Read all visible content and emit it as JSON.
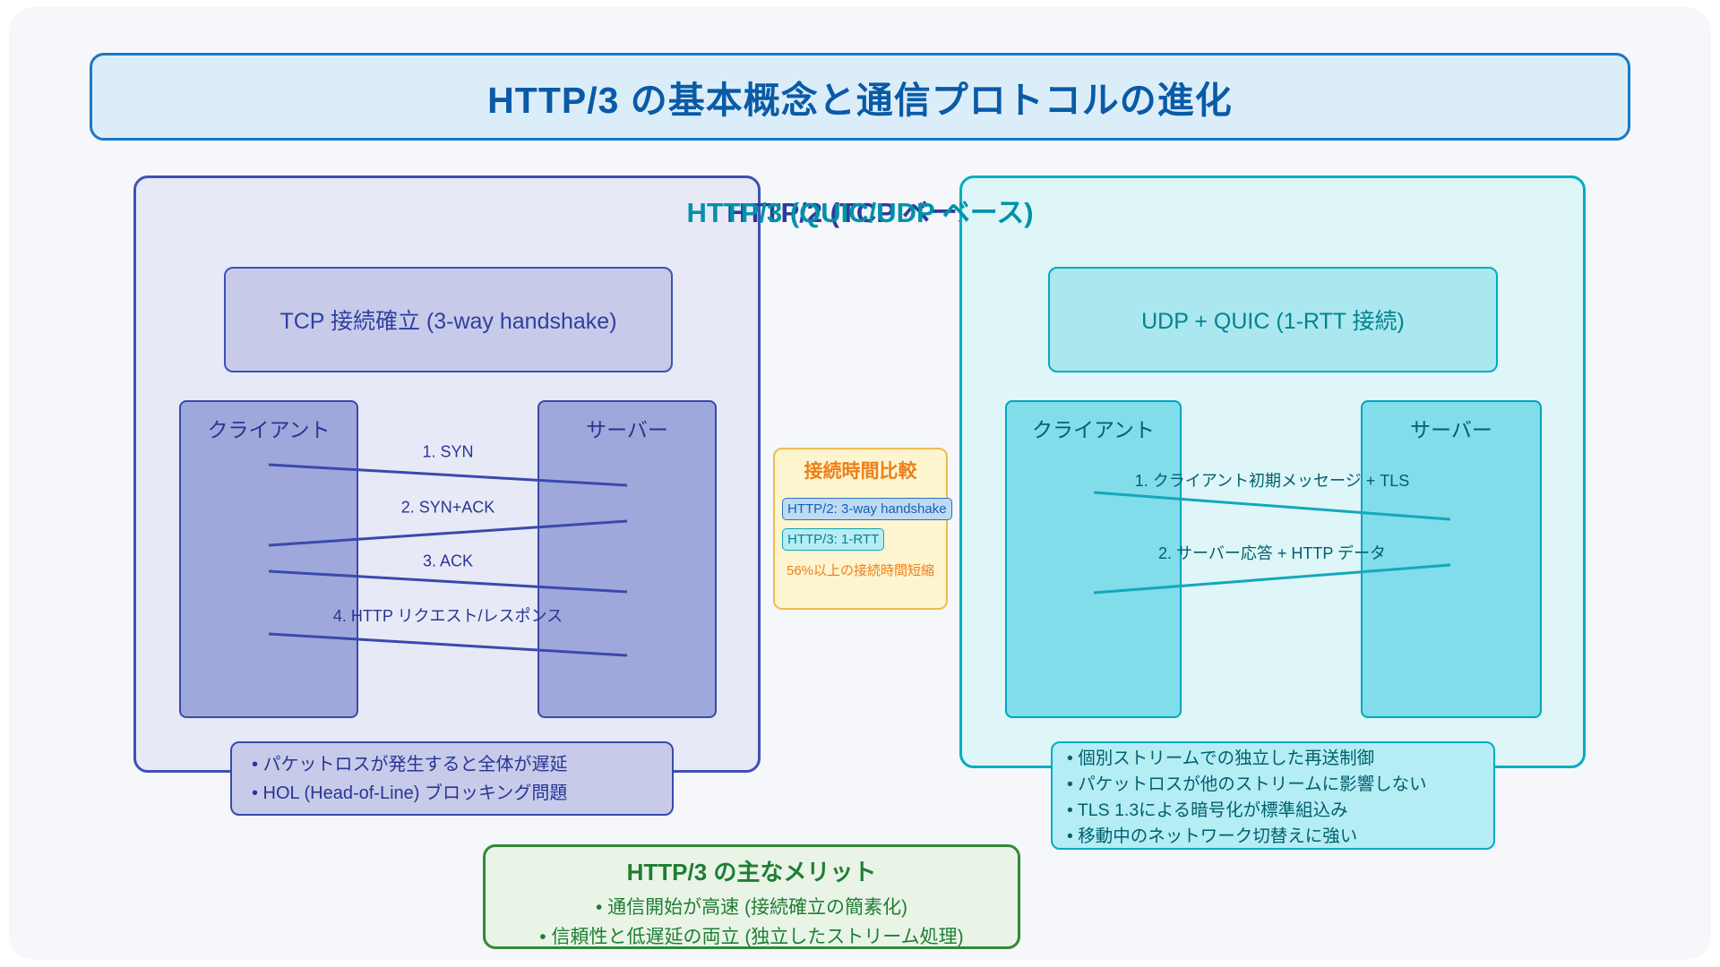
{
  "title": "HTTP/3 の基本概念と通信プロトコルの進化",
  "http2_panel": {
    "heading": "HTTP/2 (TCP ベース)",
    "setup_box": "TCP 接続確立 (3-way handshake)",
    "client_label": "クライアント",
    "server_label": "サーバー",
    "messages": {
      "0": "1. SYN",
      "1": "2. SYN+ACK",
      "2": "3. ACK",
      "3": "4. HTTP リクエスト/レスポンス"
    },
    "notes": {
      "0": "• パケットロスが発生すると全体が遅延",
      "1": "• HOL (Head-of-Line) ブロッキング問題"
    }
  },
  "http3_panel": {
    "heading": "HTTP/3 (QUIC/UDP ベース)",
    "setup_box": "UDP + QUIC (1-RTT 接続)",
    "client_label": "クライアント",
    "server_label": "サーバー",
    "messages": {
      "0": "1. クライアント初期メッセージ + TLS",
      "1": "2. サーバー応答 + HTTP データ"
    },
    "notes": {
      "0": "• 個別ストリームでの独立した再送制御",
      "1": "• パケットロスが他のストリームに影響しない",
      "2": "• TLS 1.3による暗号化が標準組込み",
      "3": "• 移動中のネットワーク切替えに強い"
    }
  },
  "comparison": {
    "heading": "接続時間比較",
    "http2_chip": "HTTP/2: 3-way handshake",
    "http3_chip": "HTTP/3: 1-RTT",
    "note": "56%以上の接続時間短縮"
  },
  "merits": {
    "heading": "HTTP/3 の主なメリット",
    "items": {
      "0": "• 通信開始が高速 (接続確立の簡素化)",
      "1": "• 信頼性と低遅延の両立 (独立したストリーム処理)"
    }
  },
  "colors": {
    "page_card": "#f5f7fa",
    "title_fill": "#dcedfa",
    "title_border": "#1a78c5",
    "title_text": "#0a5ba6",
    "http2_fill": "#e7e9f6",
    "http2_border": "#3f51b5",
    "http2_text": "#2d3a9d",
    "http2_actor_fill": "#9fa8da",
    "http2_inner_fill": "#c7cbe9",
    "http3_fill": "#def6f8",
    "http3_border": "#00acc1",
    "http3_text": "#0092a8",
    "http3_actor_fill": "#80dde9",
    "http3_inner_fill": "#b5edf4",
    "compare_fill": "#fdf5d0",
    "compare_border": "#eebc4e",
    "compare_accent": "#ee7f18",
    "merit_fill": "#e9f4e7",
    "merit_border": "#2e8b34",
    "merit_text": "#1e7e34"
  }
}
